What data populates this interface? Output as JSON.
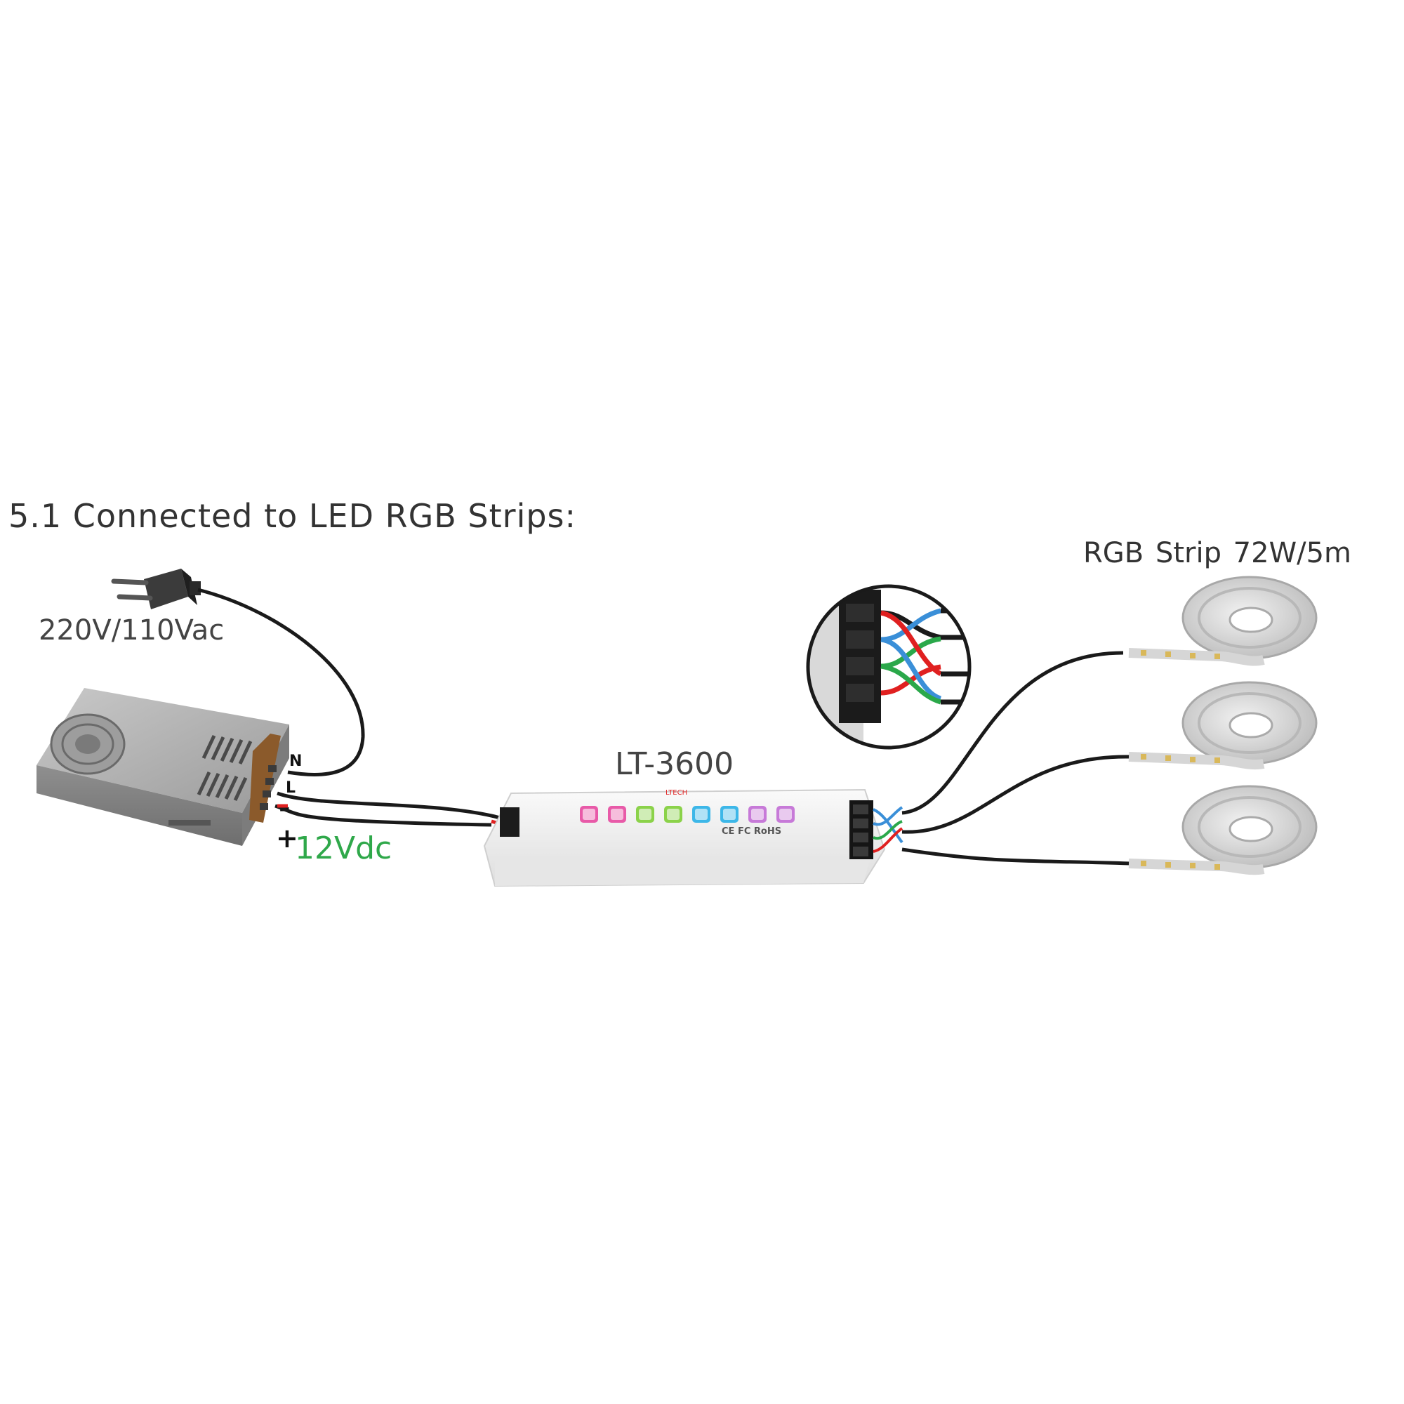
{
  "title": "5.1 Connected to LED RGB Strips:",
  "power_input": "220V/110Vac",
  "dc_output": "12Vdc",
  "controller_model": "LT-3600",
  "strip_label": "RGB Strip  72W/5m",
  "psu_terminals": {
    "n": "N",
    "l": "L",
    "minus": "-",
    "plus": "+"
  },
  "controller_marks": {
    "brand": "LTECH",
    "certs": "CE FC RoHS"
  },
  "colors": {
    "dc_label": "#2fa84a",
    "red": "#e02020",
    "green": "#2aa84a",
    "blue": "#3a8fd8"
  },
  "icons": [
    "plug-icon",
    "power-supply-icon",
    "controller-icon",
    "led-strip-reel-icon",
    "zoom-detail-icon"
  ]
}
